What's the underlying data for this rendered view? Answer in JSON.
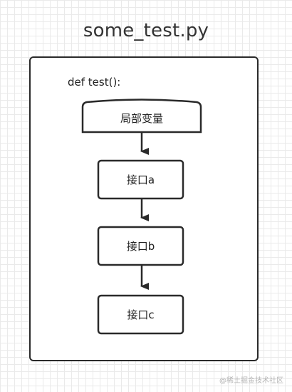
{
  "title": "some_test.py",
  "function_signature": "def test():",
  "nodes": [
    {
      "label": "局部变量",
      "shape": "curved-top-box"
    },
    {
      "label": "接口a",
      "shape": "rounded-rect"
    },
    {
      "label": "接口b",
      "shape": "rounded-rect"
    },
    {
      "label": "接口c",
      "shape": "rounded-rect"
    }
  ],
  "watermark": "@稀土掘金技术社区",
  "colors": {
    "stroke": "#2a2a2a",
    "grid": "#eaeaea",
    "background": "#ffffff"
  }
}
